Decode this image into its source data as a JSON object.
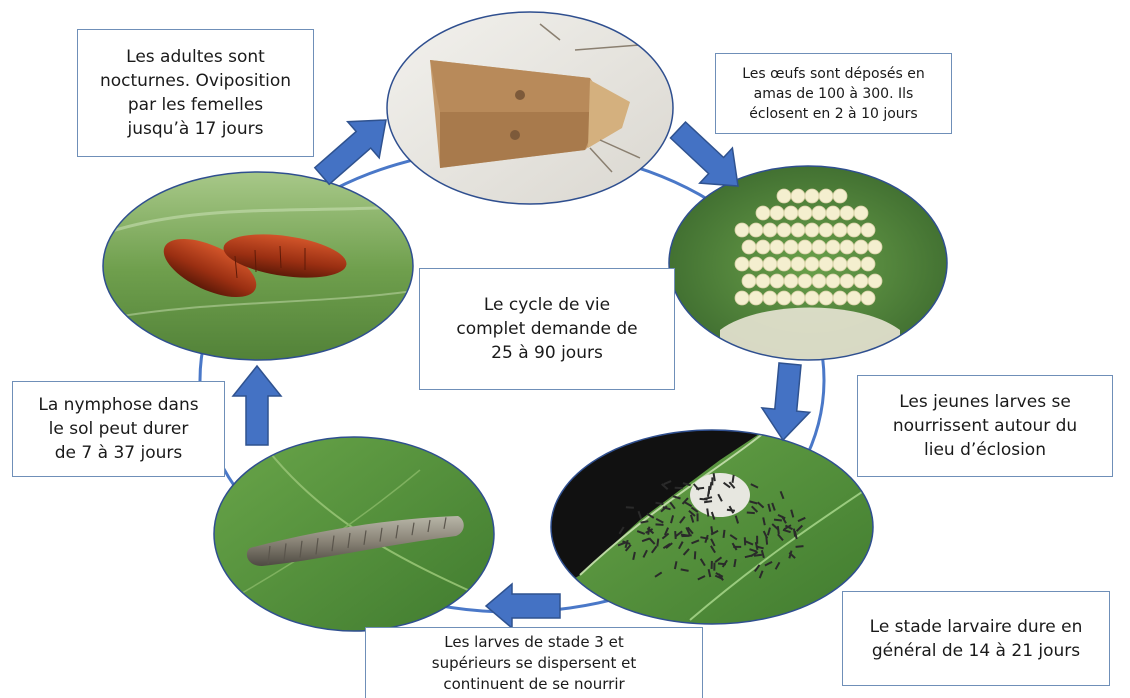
{
  "diagram": {
    "center_text": "Le cycle de vie\ncomplet demande de\n25 à 90 jours",
    "stages": [
      {
        "id": "adult",
        "image": "moth-photo",
        "text": "Les adultes sont\nnocturnes. Oviposition\npar les femelles\njusqu’à 17 jours"
      },
      {
        "id": "eggs",
        "image": "egg-mass-photo",
        "text": "Les œufs sont déposés en\namas de 100 à 300. Ils\néclosent en 2 à 10 jours"
      },
      {
        "id": "young-larvae",
        "image": "young-larvae-photo",
        "text": "Les jeunes larves se\nnourrissent autour du\nlieu d’éclosion"
      },
      {
        "id": "larval-stage",
        "image": "",
        "text": "Le stade larvaire dure en\ngénéral de 14 à 21 jours"
      },
      {
        "id": "older-larvae",
        "image": "caterpillar-photo",
        "text": "Les larves de stade 3 et\nsupérieurs se dispersent et\ncontinuent de se nourrir"
      },
      {
        "id": "pupa",
        "image": "pupae-photo",
        "text": "La nymphose dans\nle sol peut durer\nde 7 à 37 jours"
      }
    ],
    "colors": {
      "arrow_fill": "#4472c4",
      "arrow_stroke": "#2f528f",
      "cycle_line": "#4a78c8",
      "box_border": "#6f8fb8",
      "ellipse_border": "#2f4f8f"
    }
  }
}
